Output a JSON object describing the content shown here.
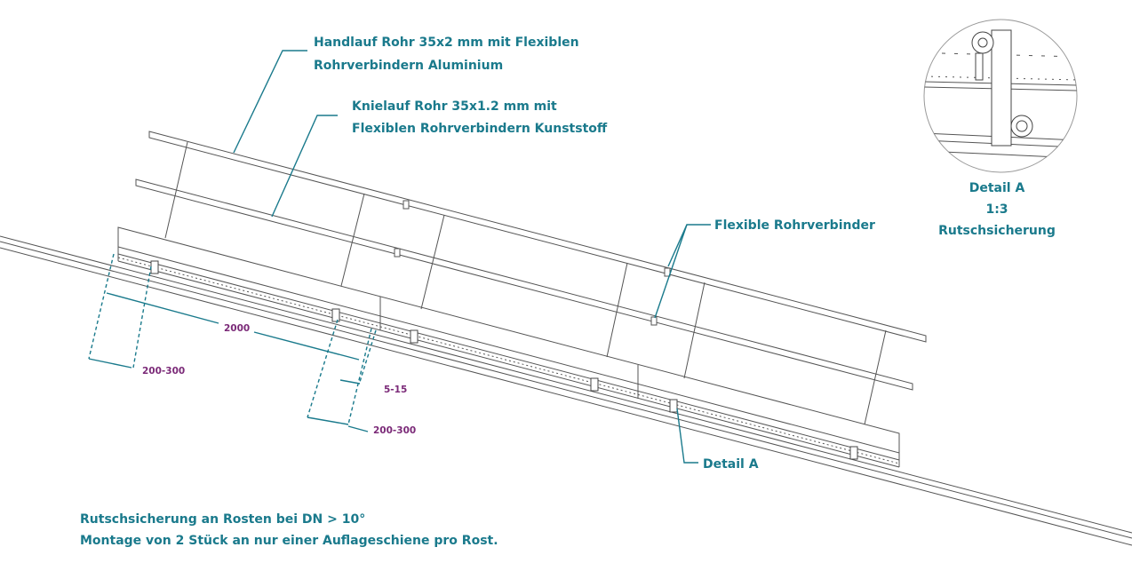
{
  "callouts": {
    "handlauf_line1": "Handlauf Rohr 35x2 mm mit Flexiblen",
    "handlauf_line2": "Rohrverbindern Aluminium",
    "knielauf_line1": "Knielauf Rohr 35x1.2 mm mit",
    "knielauf_line2": "Flexiblen Rohrverbindern Kunststoff",
    "flexible": "Flexible Rohrverbinder",
    "detail_a": "Detail A"
  },
  "detail": {
    "title": "Detail A",
    "scale": "1:3",
    "caption": "Rutschsicherung"
  },
  "dimensions": {
    "span": "2000",
    "offset_left": "200-300",
    "offset_right": "200-300",
    "gap": "5-15"
  },
  "notes": {
    "line1": "Rutschsicherung an Rosten bei DN > 10°",
    "line2": "Montage von 2 Stück an nur einer Auflageschiene pro Rost."
  },
  "colors": {
    "callout": "#1a7a8c",
    "dimension": "#7b2a78",
    "lines": "#555555"
  }
}
